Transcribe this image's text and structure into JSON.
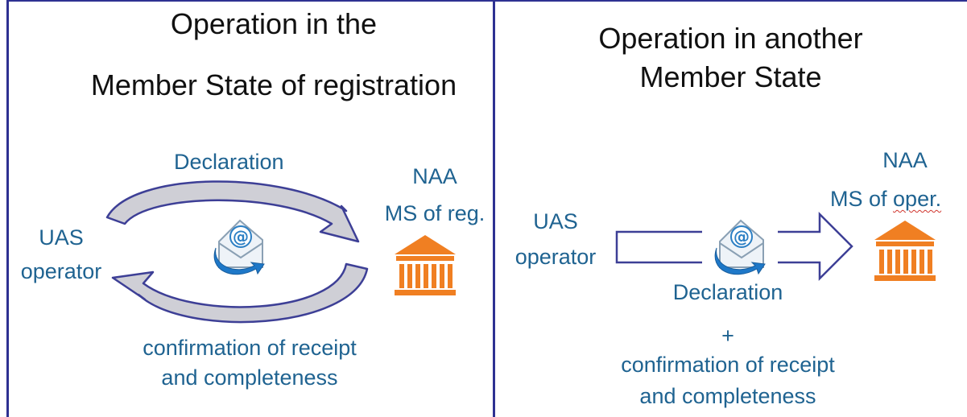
{
  "left_panel": {
    "title_line1": "Operation in the",
    "title_line2": "Member State of registration",
    "top_arrow_label": "Declaration",
    "authority_line1": "NAA",
    "authority_line2": "MS of reg.",
    "operator_line1": "UAS",
    "operator_line2": "operator",
    "bottom_arrow_line1": "confirmation of receipt",
    "bottom_arrow_line2": "and completeness"
  },
  "right_panel": {
    "title_line1": "Operation in another",
    "title_line2": "Member State",
    "authority_line1": "NAA",
    "authority_line2_prefix": "MS of ",
    "authority_line2_word": "oper.",
    "operator_line1": "UAS",
    "operator_line2": "operator",
    "declaration_label": "Declaration",
    "plus_sign": "+",
    "confirmation_line1": "confirmation of receipt",
    "confirmation_line2": "and completeness"
  },
  "colors": {
    "frame": "#2e3192",
    "label_text": "#1f6391",
    "arrow_outline": "#3d3f96",
    "arrow_fill": "#cfcfd6",
    "authority_icon": "#f07f22",
    "email_icon": "#2b7fc4"
  },
  "icons": [
    "email-at-icon",
    "government-building-icon"
  ]
}
